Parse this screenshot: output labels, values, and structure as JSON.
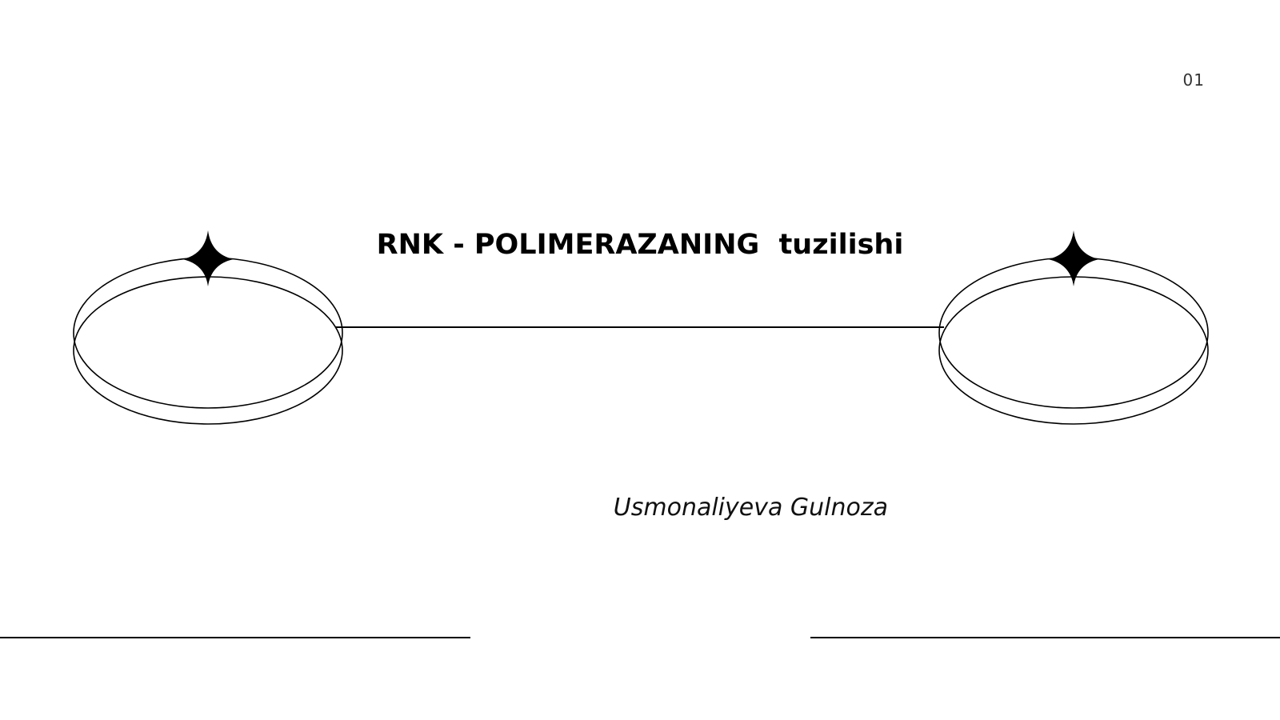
{
  "slide": {
    "number": "01",
    "title": "RNK - POLIMERAZANING  tuzilishi",
    "author": "Usmonaliyeva Gulnoza"
  },
  "decorations": {
    "left_ring_icon": "ring-with-sparkle-icon",
    "right_ring_icon": "ring-with-sparkle-icon",
    "line_color": "#000000"
  }
}
